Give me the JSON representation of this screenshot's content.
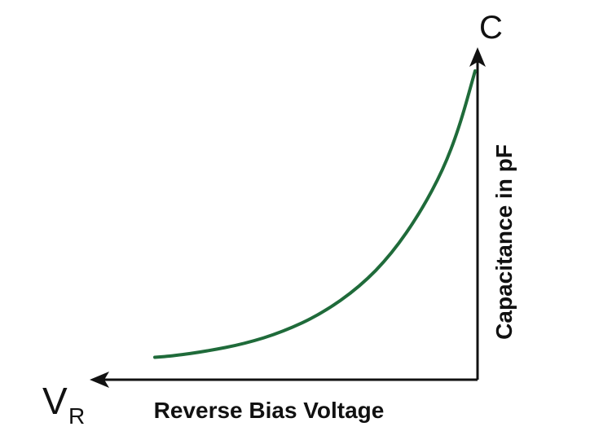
{
  "chart_data": {
    "type": "line",
    "title": "",
    "xlabel": "Reverse Bias Voltage",
    "ylabel": "Capacitance in pF",
    "x_axis_symbol": "V",
    "x_axis_symbol_sub": "R",
    "y_axis_symbol": "C",
    "x_direction": "increasing-leftward",
    "grid": false,
    "legend": "none",
    "series": [
      {
        "color": "#1f6b3a",
        "points": [
          [
            0.0,
            0.97
          ],
          [
            0.05,
            0.78
          ],
          [
            0.1,
            0.64
          ],
          [
            0.17,
            0.5
          ],
          [
            0.26,
            0.36
          ],
          [
            0.36,
            0.25
          ],
          [
            0.48,
            0.16
          ],
          [
            0.6,
            0.1
          ],
          [
            0.72,
            0.06
          ],
          [
            0.84,
            0.035
          ],
          [
            0.94,
            0.02
          ],
          [
            1.0,
            0.015
          ]
        ]
      }
    ],
    "colors": {
      "axis": "#111111",
      "curve": "#1f6b3a"
    }
  }
}
